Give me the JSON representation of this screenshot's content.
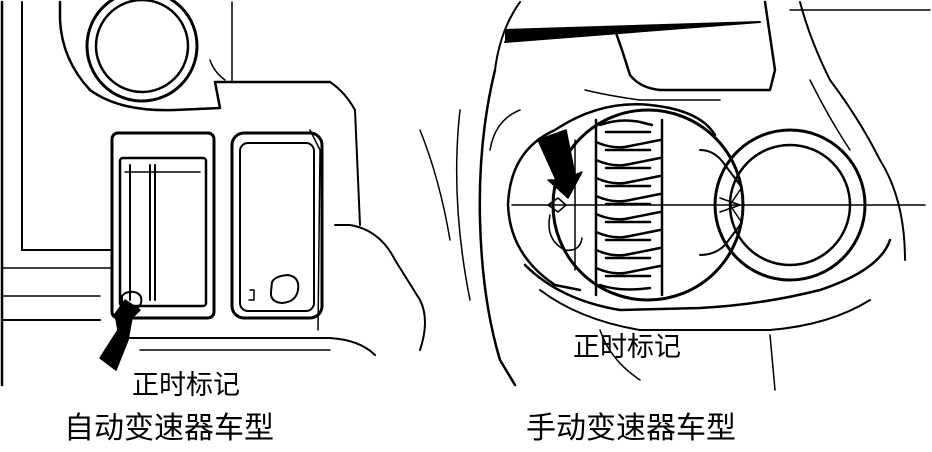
{
  "left_panel": {
    "marker_label": "正时标记",
    "caption": "自动变速器车型"
  },
  "right_panel": {
    "marker_label": "正时标记",
    "caption": "手动变速器车型"
  },
  "colors": {
    "ink": "#000000",
    "paper": "#ffffff"
  }
}
